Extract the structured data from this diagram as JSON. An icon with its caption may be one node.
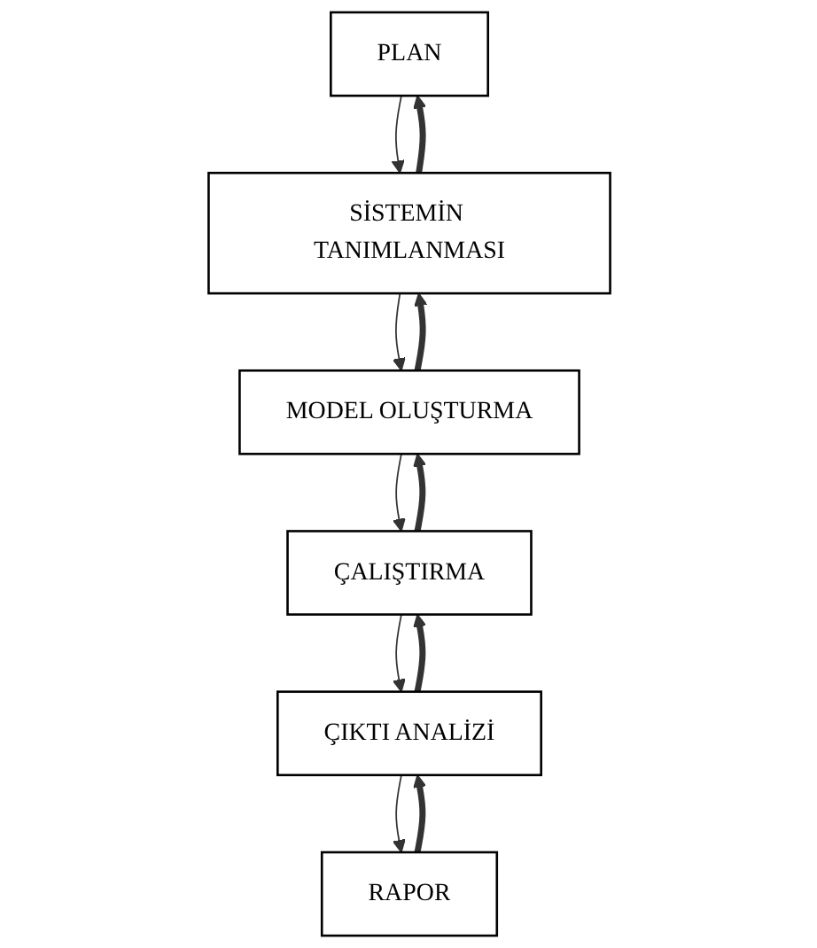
{
  "diagram": {
    "nodes": [
      {
        "text": [
          "PLAN"
        ]
      },
      {
        "text": [
          "SİSTEMİN TANIMLANMASI"
        ]
      },
      {
        "text": [
          "MODEL OLUŞTURMA"
        ]
      },
      {
        "text": [
          "ÇALIŞTIRMA"
        ]
      },
      {
        "text": [
          "ÇIKTI ANALİZİ"
        ]
      },
      {
        "text": [
          "RAPOR"
        ]
      }
    ],
    "edges": [
      {
        "from": 0,
        "to": 1,
        "arrow": "to"
      },
      {
        "from": 1,
        "to": 0,
        "arrow": "to",
        "style": "thick"
      },
      {
        "from": 1,
        "to": 2,
        "arrow": "to"
      },
      {
        "from": 2,
        "to": 1,
        "arrow": "to",
        "style": "thick"
      },
      {
        "from": 2,
        "to": 3,
        "arrow": "to"
      },
      {
        "from": 3,
        "to": 2,
        "arrow": "to",
        "style": "thick"
      },
      {
        "from": 3,
        "to": 4,
        "arrow": "to"
      },
      {
        "from": 4,
        "to": 3,
        "arrow": "to",
        "style": "thick"
      },
      {
        "from": 4,
        "to": 5,
        "arrow": "to"
      },
      {
        "from": 5,
        "to": 4,
        "arrow": "to",
        "style": "thick"
      }
    ]
  }
}
